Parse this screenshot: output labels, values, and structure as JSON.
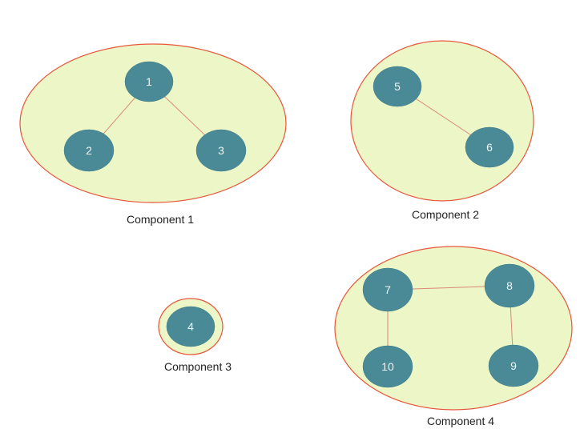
{
  "components": [
    {
      "label": "Component 1",
      "nodes": [
        "1",
        "2",
        "3"
      ],
      "edges": [
        [
          "1",
          "2"
        ],
        [
          "1",
          "3"
        ]
      ]
    },
    {
      "label": "Component 2",
      "nodes": [
        "5",
        "6"
      ],
      "edges": [
        [
          "5",
          "6"
        ]
      ]
    },
    {
      "label": "Component 3",
      "nodes": [
        "4"
      ],
      "edges": []
    },
    {
      "label": "Component 4",
      "nodes": [
        "7",
        "8",
        "10",
        "9"
      ],
      "edges": [
        [
          "7",
          "8"
        ],
        [
          "7",
          "10"
        ],
        [
          "8",
          "9"
        ]
      ]
    }
  ],
  "colors": {
    "region_fill": "#ecf6c6",
    "region_border": "#e8553a",
    "node_fill": "#4a8a96",
    "edge": "#d98b78"
  }
}
